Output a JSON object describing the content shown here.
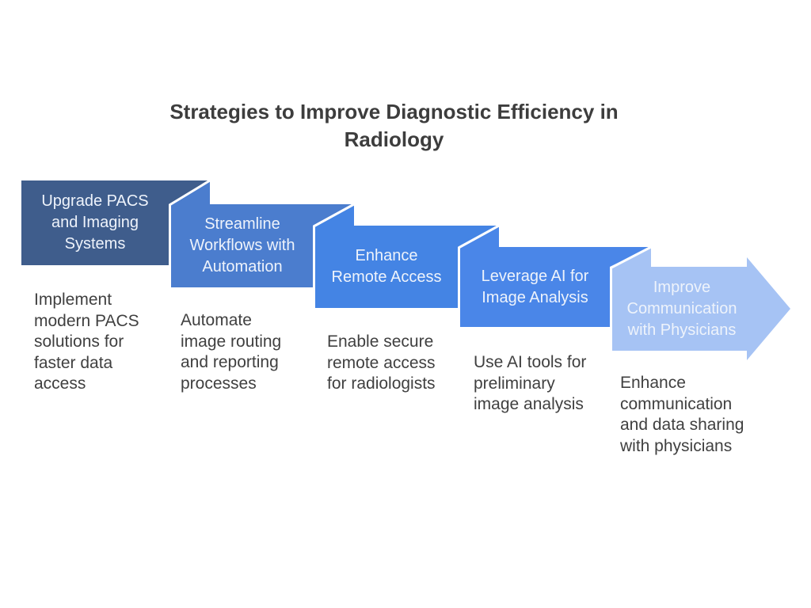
{
  "title": "Strategies to Improve Diagnostic Efficiency in\nRadiology",
  "colors": {
    "background": "#ffffff",
    "title_text": "#3d3d3d",
    "description_text": "#404040",
    "box_label_text": "#eef3fb",
    "fold_gap": "#ffffff"
  },
  "steps": [
    {
      "label": "Upgrade PACS\nand Imaging\nSystems",
      "description": "Implement\nmodern PACS\nsolutions for\nfaster data\naccess",
      "color": "#3f5d8c"
    },
    {
      "label": "Streamline\nWorkflows with\nAutomation",
      "description": "Automate\nimage routing\nand reporting\nprocesses",
      "color": "#4b7dce"
    },
    {
      "label": "Enhance\nRemote Access",
      "description": "Enable secure\nremote access\nfor radiologists",
      "color": "#4484e4"
    },
    {
      "label": "Leverage AI for\nImage Analysis",
      "description": "Use AI tools for\npreliminary\nimage analysis",
      "color": "#4a86e8"
    },
    {
      "label": "Improve\nCommunication\nwith Physicians",
      "description": "Enhance\ncommunication\nand data sharing\nwith physicians",
      "color": "#a6c3f4"
    }
  ]
}
